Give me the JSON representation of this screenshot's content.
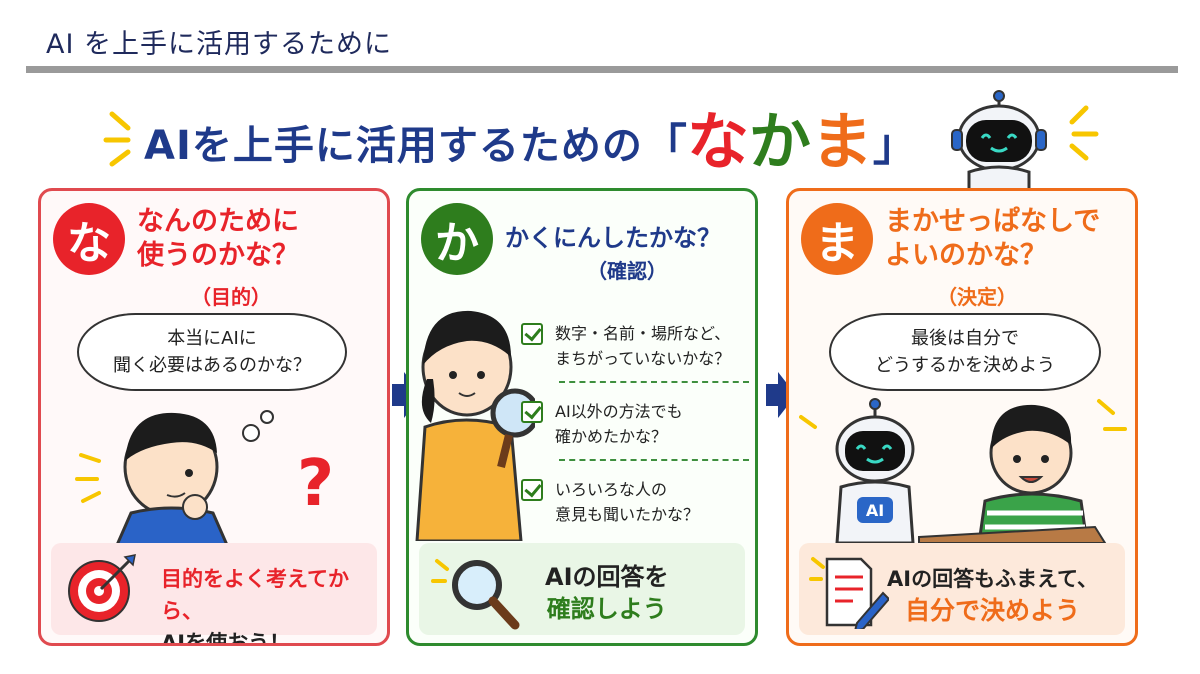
{
  "slide": {
    "title": "AI を上手に活用するために"
  },
  "poster": {
    "title_main": "AIを上手に活用するための",
    "title_open": "「",
    "title_close": "」",
    "title_na": "な",
    "title_ka": "か",
    "title_ma": "ま"
  },
  "panels": {
    "na": {
      "letter": "な",
      "heading_1": "なんのために",
      "heading_2": "使うのかな？",
      "sub": "（目的）",
      "bubble_1": "本当にAIに",
      "bubble_2": "聞く必要はあるのかな？",
      "bottom_1": "目的をよく考えてから、",
      "bottom_2": "AIを使おう！"
    },
    "ka": {
      "letter": "か",
      "heading_1": "かくにんしたかな？",
      "sub": "（確認）",
      "checks": [
        {
          "line1": "数字・名前・場所など、",
          "line2": "まちがっていないかな？"
        },
        {
          "line1": "AI以外の方法でも",
          "line2": "確かめたかな？"
        },
        {
          "line1": "いろいろな人の",
          "line2": "意見も聞いたかな？"
        }
      ],
      "bottom_1": "AIの回答を",
      "bottom_2": "確認しよう"
    },
    "ma": {
      "letter": "ま",
      "heading_1": "まかせっぱなしで",
      "heading_2": "よいのかな？",
      "sub": "（決定）",
      "bubble_1": "最後は自分で",
      "bubble_2": "どうするかを決めよう",
      "robot_badge": "AI",
      "bottom_1": "AIの回答もふまえて、",
      "bottom_2": "自分で決めよう"
    }
  },
  "colors": {
    "red": "#e8232a",
    "green": "#2e7d1d",
    "orange": "#ef6c1a",
    "navy": "#1f3a8a"
  },
  "icons": [
    "target-icon",
    "magnifier-icon",
    "document-pen-icon",
    "question-mark-icon",
    "check-icon",
    "arrow-right-icon",
    "robot-icon"
  ]
}
